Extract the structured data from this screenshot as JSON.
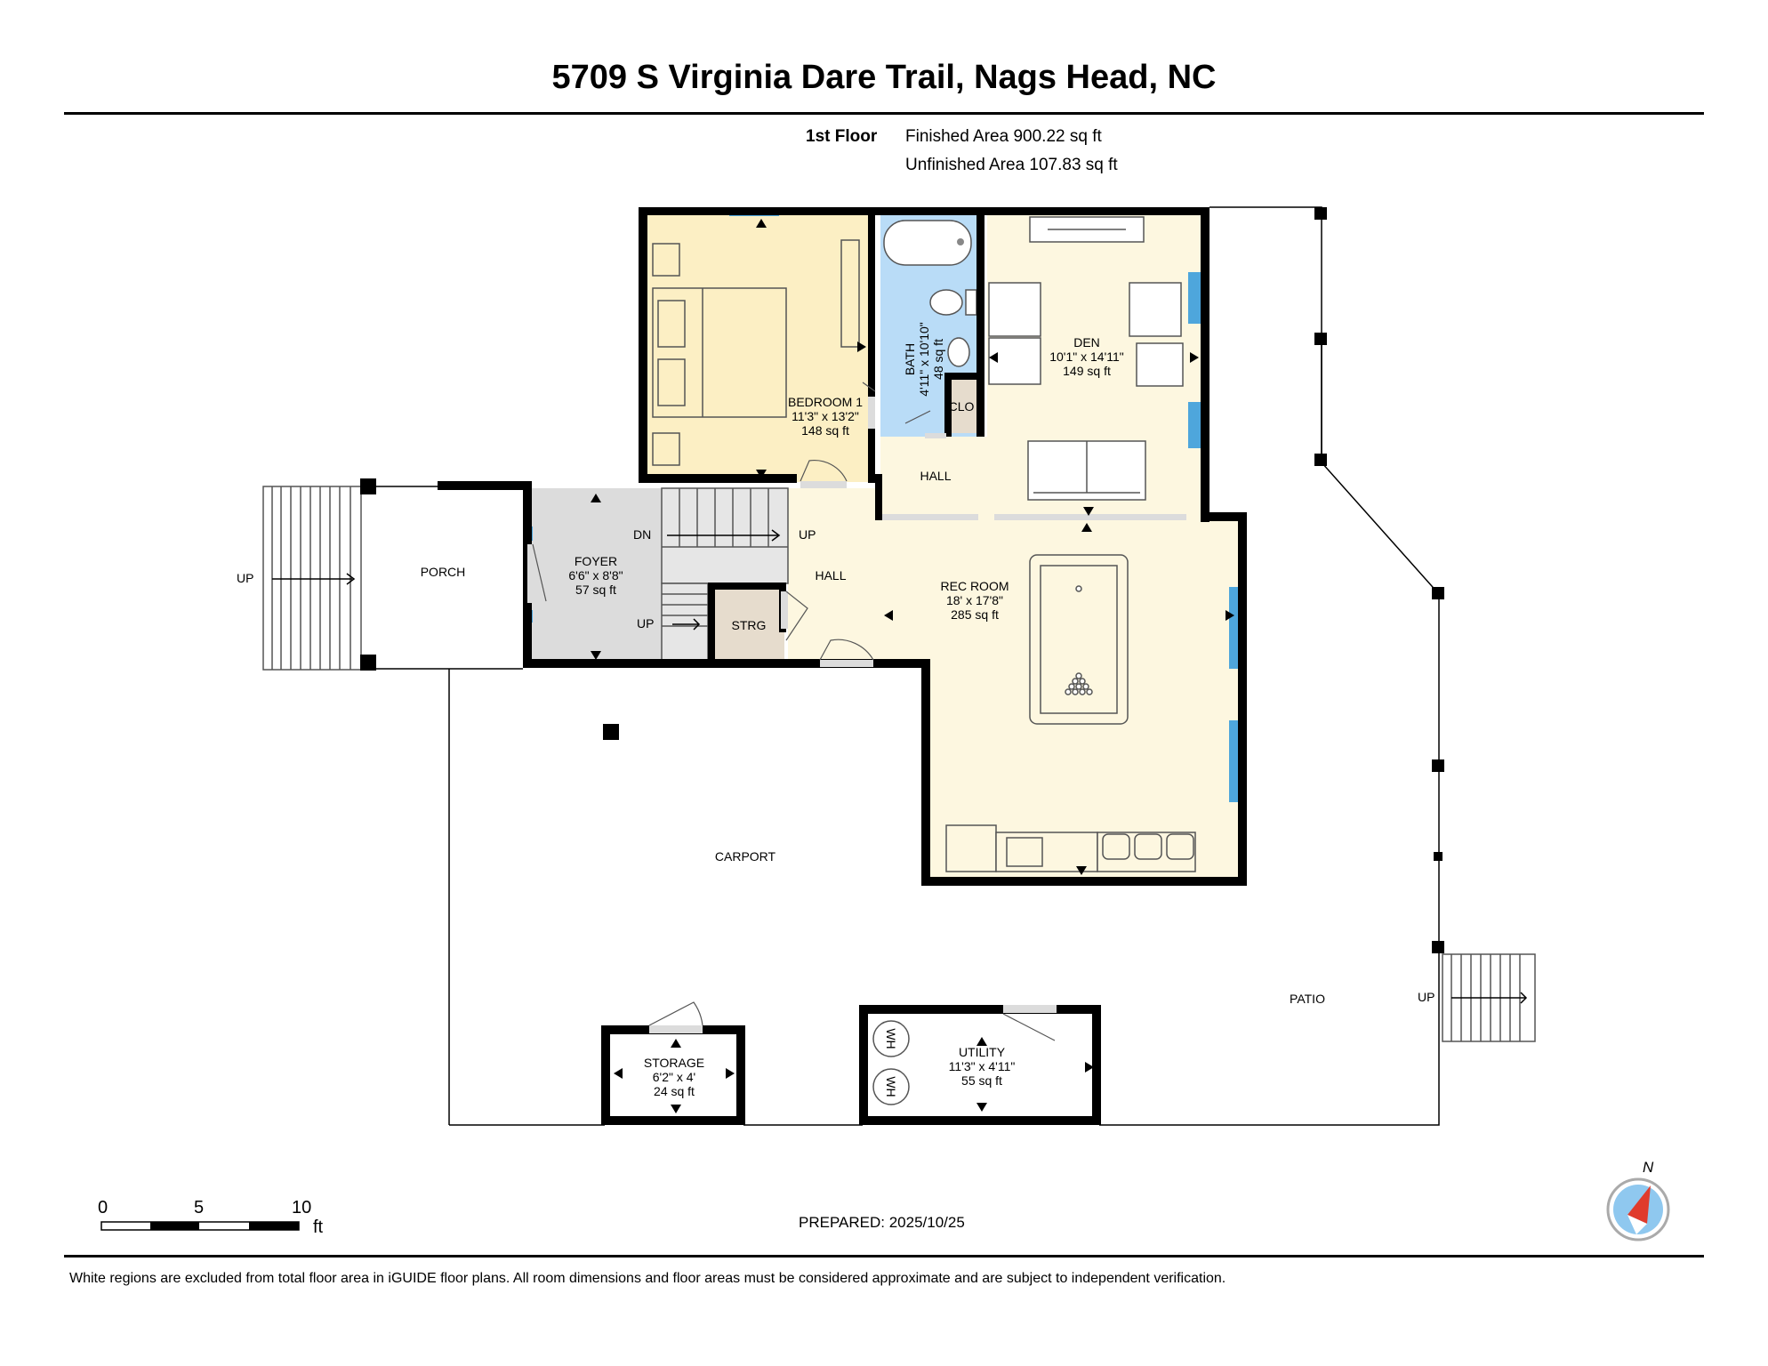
{
  "header": {
    "title": "5709 S Virginia Dare Trail, Nags Head, NC",
    "floor_name": "1st Floor",
    "finished_area": "Finished Area 900.22 sq ft",
    "unfinished_area": "Unfinished Area 107.83 sq ft"
  },
  "rooms": {
    "bedroom": {
      "name": "BEDROOM 1",
      "dims": "11'3\" x 13'2\"",
      "area": "148 sq ft"
    },
    "bath": {
      "name": "BATH",
      "dims": "4'11\" x 10'10\"",
      "area": "48 sq ft"
    },
    "den": {
      "name": "DEN",
      "dims": "10'1\" x 14'11\"",
      "area": "149 sq ft"
    },
    "clo": {
      "name": "CLO"
    },
    "hall_upper": {
      "name": "HALL"
    },
    "hall_lower": {
      "name": "HALL"
    },
    "foyer": {
      "name": "FOYER",
      "dims": "6'6\" x 8'8\"",
      "area": "57 sq ft"
    },
    "porch": {
      "name": "PORCH"
    },
    "strg": {
      "name": "STRG"
    },
    "rec_room": {
      "name": "REC ROOM",
      "dims": "18' x 17'8\"",
      "area": "285 sq ft"
    },
    "carport": {
      "name": "CARPORT"
    },
    "patio": {
      "name": "PATIO"
    },
    "storage": {
      "name": "STORAGE",
      "dims": "6'2\" x 4'",
      "area": "24 sq ft"
    },
    "utility": {
      "name": "UTILITY",
      "dims": "11'3\" x 4'11\"",
      "area": "55 sq ft"
    }
  },
  "stair_labels": {
    "porch_up": "UP",
    "foyer_dn": "DN",
    "hall_up": "UP",
    "foyer_up": "UP",
    "patio_up": "UP"
  },
  "fixtures": {
    "water_heater": "WH"
  },
  "scale": {
    "label_0": "0",
    "label_5": "5",
    "label_10": "10",
    "unit": "ft"
  },
  "compass": {
    "north": "N"
  },
  "footer": {
    "prepared": "PREPARED: 2025/10/25",
    "disclaimer": "White regions are excluded from total floor area in iGUIDE floor plans. All room dimensions and floor areas must be considered approximate and are subject to independent verification."
  },
  "colors": {
    "bedroom": "#fcefc4",
    "bath": "#b9dcf7",
    "living": "#fdf7e0",
    "foyer": "#dcdcdc",
    "strg": "#e6dccd",
    "window": "#4ea6dc",
    "wall": "#000000",
    "compass_red": "#e03b2c",
    "compass_blue": "#8fc8ef"
  }
}
